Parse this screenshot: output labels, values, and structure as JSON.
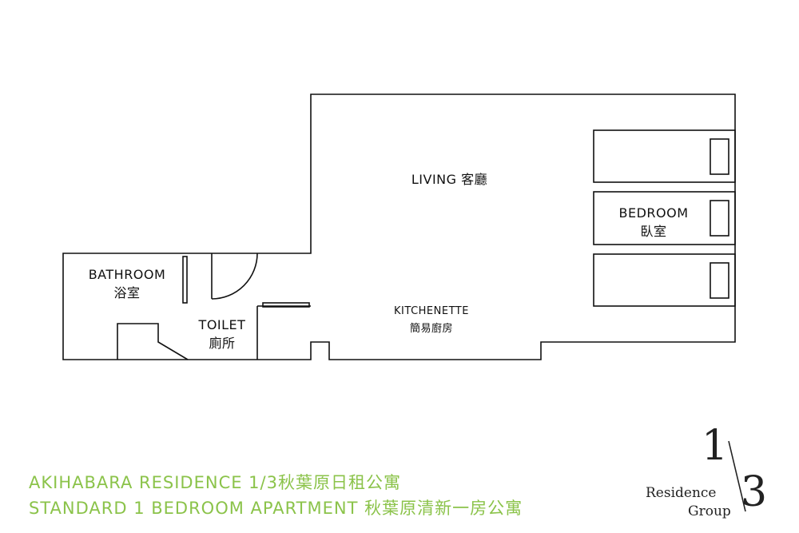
{
  "rooms": {
    "living": {
      "label": "LIVING 客廳"
    },
    "bedroom": {
      "label_en": "BEDROOM",
      "label_zh": "臥室"
    },
    "bathroom": {
      "label_en": "BATHROOM",
      "label_zh": "浴室"
    },
    "toilet": {
      "label_en": "TOILET",
      "label_zh": "廁所"
    },
    "kitchenette": {
      "label_en": "KITCHENETTE",
      "label_zh": "簡易廚房"
    }
  },
  "caption": {
    "line1": "AKIHABARA RESIDENCE  1/3秋葉原日租公寓",
    "line2": "STANDARD 1 BEDROOM APARTMENT   秋葉原清新一房公寓"
  },
  "logo": {
    "word1": "Residence",
    "word2": "Group",
    "numerator": "1",
    "denominator": "3"
  },
  "colors": {
    "caption": "#8bc34a",
    "lines": "#111111"
  }
}
